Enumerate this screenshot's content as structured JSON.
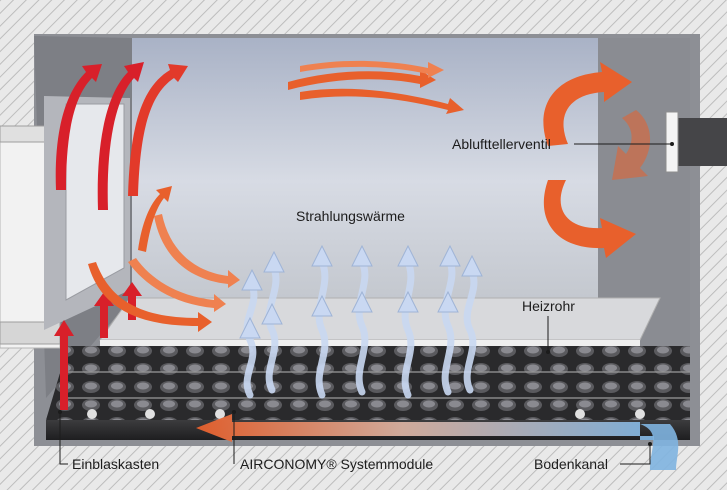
{
  "labels": {
    "radiant_heat": "Strahlungswärme",
    "exhaust_valve": "Ablufttellerventil",
    "heating_pipe": "Heizrohr",
    "inlet_box": "Einblaskasten",
    "system_modules": "AIRCONOMY® Systemmodule",
    "floor_duct": "Bodenkanal"
  },
  "colors": {
    "warm_air": "#e8602c",
    "hot_air": "#d8202a",
    "cool_air": "#7fb4e0",
    "radiant_arrow": "#c9d8f2",
    "wall_hatch": "#c9c9c9",
    "room_interior": "#c9d0dd",
    "floor_dark": "#2e2e30"
  }
}
